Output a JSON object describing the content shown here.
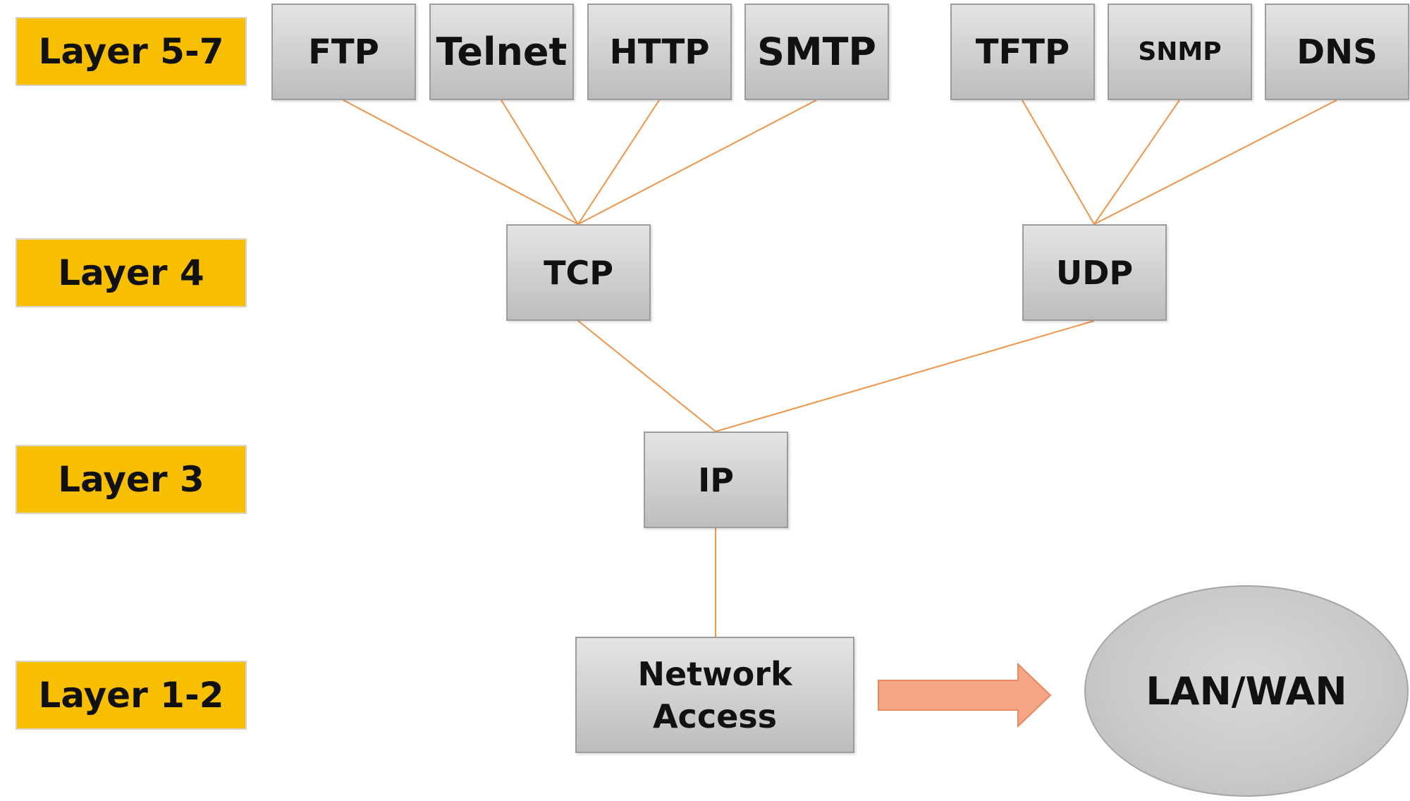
{
  "layers": {
    "l57": "Layer 5-7",
    "l4": "Layer 4",
    "l3": "Layer 3",
    "l12": "Layer 1-2"
  },
  "app_protocols": {
    "ftp": "FTP",
    "telnet": "Telnet",
    "http": "HTTP",
    "smtp": "SMTP",
    "tftp": "TFTP",
    "snmp": "SNMP",
    "dns": "DNS"
  },
  "transport": {
    "tcp": "TCP",
    "udp": "UDP"
  },
  "network": {
    "ip": "IP"
  },
  "link": {
    "line1": "Network",
    "line2": "Access"
  },
  "medium": {
    "label": "LAN/WAN"
  },
  "colors": {
    "layer_label_fill": "#f8bf00",
    "connector": "#f0944a",
    "arrow_fill": "#f3a585",
    "arrow_stroke": "#e88a5d"
  }
}
